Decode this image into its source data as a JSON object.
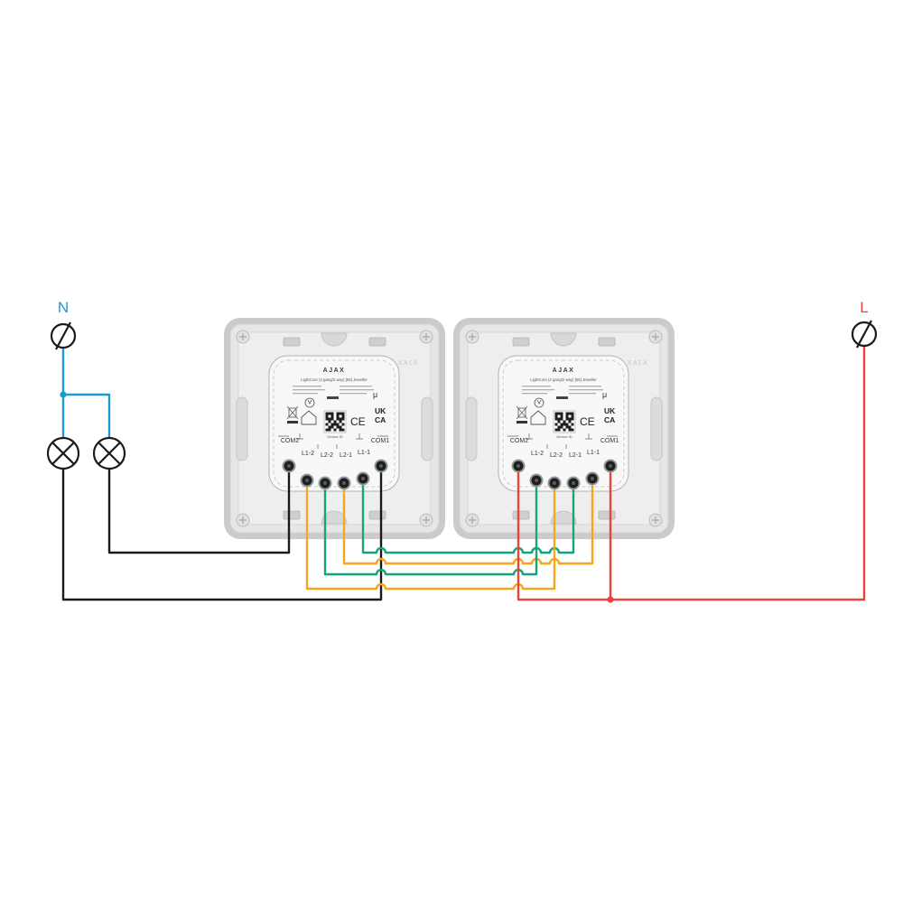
{
  "supply": {
    "neutral_label": "N",
    "live_label": "L"
  },
  "devices": [
    {
      "brand": "AJAX",
      "brand_mirrored": "AJAX",
      "model": "LightCore (2 gang/2 way) [55] Jeweller",
      "device_id": "Device ID",
      "mark_ce": "CE",
      "mark_uk": "UK",
      "mark_ca": "CA",
      "mark_mu": "μ",
      "terminals": [
        "COM2",
        "L1-2",
        "L2-2",
        "L2-1",
        "L1-1",
        "COM1"
      ]
    },
    {
      "brand": "AJAX",
      "brand_mirrored": "AJAX",
      "model": "LightCore (2 gang/2 way) [55] Jeweller",
      "device_id": "Device ID",
      "mark_ce": "CE",
      "mark_uk": "UK",
      "mark_ca": "CA",
      "mark_mu": "μ",
      "terminals": [
        "COM2",
        "L1-2",
        "L2-2",
        "L2-1",
        "L1-1",
        "COM1"
      ]
    }
  ],
  "colors": {
    "neutral": "#1e9ad3",
    "live": "#e8433d",
    "lamp_wire": "#1a1a1a",
    "traveller_orange": "#f4a71e",
    "traveller_green": "#17a37b",
    "device_frame": "#cbcbcb",
    "device_plate": "#e6e6e6",
    "module": "#f8f8f8",
    "terminal": "#1f1f1f"
  },
  "icons": {
    "supply_terminal": "terminal-block-icon",
    "lamp": "lamp-icon",
    "module_marks": [
      "circular-arrow-icon",
      "weee-bin-icon",
      "house-icon",
      "qr-code-icon",
      "screw-hole-icon"
    ]
  }
}
